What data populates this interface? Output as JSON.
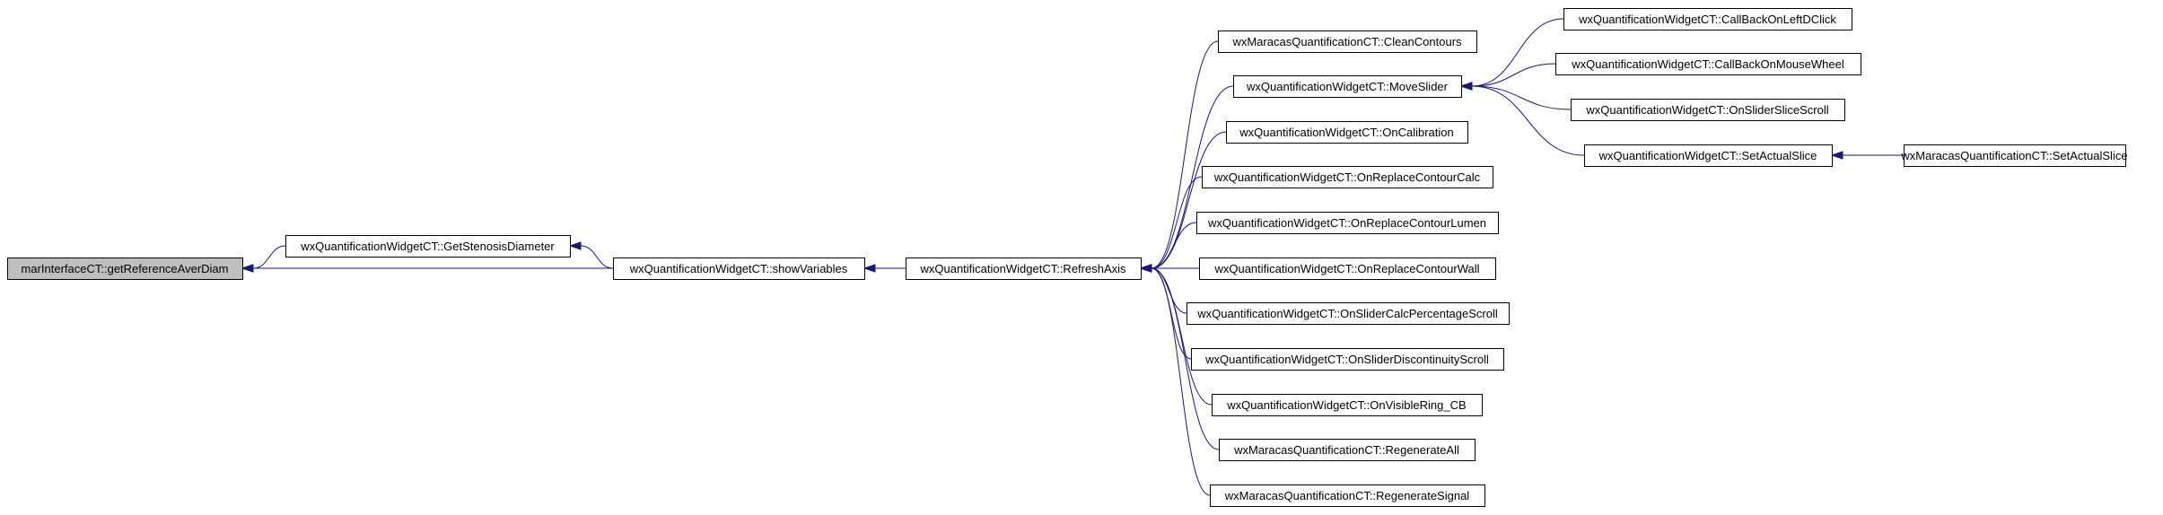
{
  "graph": {
    "colors": {
      "edge": "#191970",
      "node_border": "#000000",
      "root_fill": "#bfbfbf",
      "node_fill": "#ffffff"
    },
    "nodes": [
      {
        "id": "root",
        "label": "marInterfaceCT::getReferenceAverDiam",
        "root": true
      },
      {
        "id": "getstenosis",
        "label": "wxQuantificationWidgetCT::GetStenosisDiameter"
      },
      {
        "id": "showvars",
        "label": "wxQuantificationWidgetCT::showVariables"
      },
      {
        "id": "refresh",
        "label": "wxQuantificationWidgetCT::RefreshAxis"
      },
      {
        "id": "cleancontours",
        "label": "wxMaracasQuantificationCT::CleanContours"
      },
      {
        "id": "moveslider",
        "label": "wxQuantificationWidgetCT::MoveSlider"
      },
      {
        "id": "oncalibration",
        "label": "wxQuantificationWidgetCT::OnCalibration"
      },
      {
        "id": "onreplacecalc",
        "label": "wxQuantificationWidgetCT::OnReplaceContourCalc"
      },
      {
        "id": "onreplacelumen",
        "label": "wxQuantificationWidgetCT::OnReplaceContourLumen"
      },
      {
        "id": "onreplacewall",
        "label": "wxQuantificationWidgetCT::OnReplaceContourWall"
      },
      {
        "id": "onslidercalc",
        "label": "wxQuantificationWidgetCT::OnSliderCalcPercentageScroll"
      },
      {
        "id": "onsliderdisc",
        "label": "wxQuantificationWidgetCT::OnSliderDiscontinuityScroll"
      },
      {
        "id": "onvisiblering",
        "label": "wxQuantificationWidgetCT::OnVisibleRing_CB"
      },
      {
        "id": "regenall",
        "label": "wxMaracasQuantificationCT::RegenerateAll"
      },
      {
        "id": "regensignal",
        "label": "wxMaracasQuantificationCT::RegenerateSignal"
      },
      {
        "id": "cbleftdclick",
        "label": "wxQuantificationWidgetCT::CallBackOnLeftDClick"
      },
      {
        "id": "cbmousewheel",
        "label": "wxQuantificationWidgetCT::CallBackOnMouseWheel"
      },
      {
        "id": "onsliderslice",
        "label": "wxQuantificationWidgetCT::OnSliderSliceScroll"
      },
      {
        "id": "setactualslice",
        "label": "wxQuantificationWidgetCT::SetActualSlice"
      },
      {
        "id": "maracassetslice",
        "label": "wxMaracasQuantificationCT::SetActualSlice"
      }
    ],
    "edges": [
      {
        "from": "getstenosis",
        "to": "root"
      },
      {
        "from": "showvars",
        "to": "root"
      },
      {
        "from": "showvars",
        "to": "getstenosis"
      },
      {
        "from": "refresh",
        "to": "showvars"
      },
      {
        "from": "cleancontours",
        "to": "refresh"
      },
      {
        "from": "moveslider",
        "to": "refresh"
      },
      {
        "from": "oncalibration",
        "to": "refresh"
      },
      {
        "from": "onreplacecalc",
        "to": "refresh"
      },
      {
        "from": "onreplacelumen",
        "to": "refresh"
      },
      {
        "from": "onreplacewall",
        "to": "refresh"
      },
      {
        "from": "onslidercalc",
        "to": "refresh"
      },
      {
        "from": "onsliderdisc",
        "to": "refresh"
      },
      {
        "from": "onvisiblering",
        "to": "refresh"
      },
      {
        "from": "regenall",
        "to": "refresh"
      },
      {
        "from": "regensignal",
        "to": "refresh"
      },
      {
        "from": "cbleftdclick",
        "to": "moveslider"
      },
      {
        "from": "cbmousewheel",
        "to": "moveslider"
      },
      {
        "from": "onsliderslice",
        "to": "moveslider"
      },
      {
        "from": "setactualslice",
        "to": "moveslider"
      },
      {
        "from": "maracassetslice",
        "to": "setactualslice"
      }
    ]
  }
}
